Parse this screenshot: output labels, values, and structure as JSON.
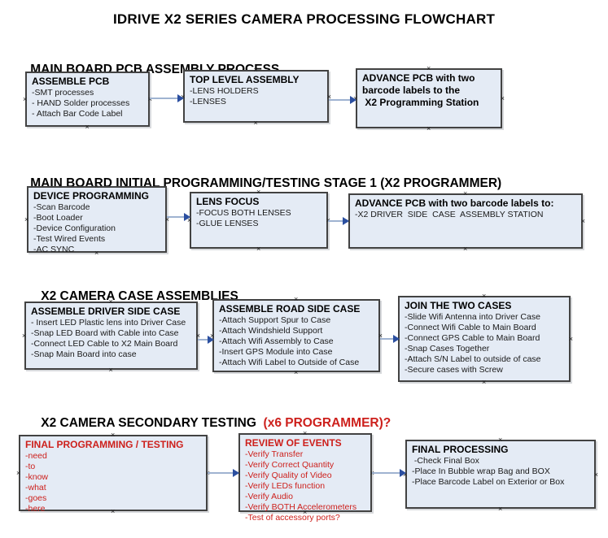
{
  "page_title": "IDRIVE X2  SERIES CAMERA PROCESSING FLOWCHART",
  "colors": {
    "box_fill": "#e4ebf5",
    "box_border": "#424242",
    "arrow_line": "#9fb3d1",
    "arrow_head": "#2b4fa0",
    "red_text": "#cd201c",
    "heading_text": "#000000",
    "canvas_bg": "#ffffff"
  },
  "sections": [
    {
      "heading": "MAIN BOARD PCB ASSEMBLY PROCESS",
      "boxes": [
        {
          "title": "ASSEMBLE PCB",
          "items": [
            "-SMT processes",
            "- HAND Solder processes",
            "- Attach Bar Code Label"
          ]
        },
        {
          "title": "TOP LEVEL ASSEMBLY",
          "items": [
            "-LENS HOLDERS",
            "-LENSES"
          ]
        },
        {
          "title": "ADVANCE PCB with two barcode labels to the\n X2 Programming Station",
          "items": []
        }
      ]
    },
    {
      "heading": "MAIN BOARD INITIAL PROGRAMMING/TESTING STAGE 1 (X2 PROGRAMMER)",
      "boxes": [
        {
          "title": "DEVICE PROGRAMMING",
          "items": [
            "-Scan Barcode",
            "-Boot Loader",
            "-Device Configuration",
            "-Test Wired Events",
            "-AC SYNC"
          ]
        },
        {
          "title": "LENS FOCUS",
          "items": [
            "-FOCUS BOTH LENSES",
            "-GLUE LENSES"
          ]
        },
        {
          "title": "ADVANCE PCB with two barcode labels to:",
          "items": [
            "-X2 DRIVER  SIDE  CASE  ASSEMBLY STATION"
          ]
        }
      ]
    },
    {
      "heading": "X2 CAMERA CASE ASSEMBLIES",
      "boxes": [
        {
          "title": "ASSEMBLE DRIVER SIDE CASE",
          "items": [
            "- Insert LED Plastic lens into Driver Case",
            "-Snap LED Board with Cable into Case",
            "-Connect LED Cable to X2 Main Board",
            "-Snap Main Board into case"
          ]
        },
        {
          "title": "ASSEMBLE ROAD SIDE CASE",
          "items": [
            "-Attach Support Spur to Case",
            "-Attach Windshield Support",
            "-Attach Wifi Assembly to Case",
            "-Insert GPS Module into Case",
            "-Attach Wifi Label to Outside of Case"
          ]
        },
        {
          "title": "JOIN THE TWO CASES",
          "items": [
            "-Slide Wifi Antenna into Driver Case",
            "-Connect Wifi Cable to Main Board",
            "-Connect GPS Cable to Main Board",
            "-Snap Cases Together",
            "-Attach S/N Label to outside of case",
            "-Secure cases with Screw"
          ]
        }
      ]
    },
    {
      "heading": "X2 CAMERA SECONDARY TESTING  ",
      "heading_red": "(x6 PROGRAMMER)?",
      "boxes": [
        {
          "title": "FINAL PROGRAMMING / TESTING",
          "items": [
            "-need",
            "-to",
            "-know",
            "-what",
            "-goes",
            "-here"
          ]
        },
        {
          "title": "REVIEW OF EVENTS",
          "items": [
            "-Verify Transfer",
            "-Verify Correct Quantity",
            "-Verify Quality of Video",
            "-Verify LEDs function",
            "-Verify Audio",
            "-Verify BOTH Accelerometers",
            "-Test of accessory ports?"
          ]
        },
        {
          "title": "FINAL PROCESSING",
          "items": [
            " -Check Final Box",
            "-Place In Bubble wrap Bag and BOX",
            "-Place Barcode Label on Exterior or Box"
          ]
        }
      ]
    }
  ]
}
